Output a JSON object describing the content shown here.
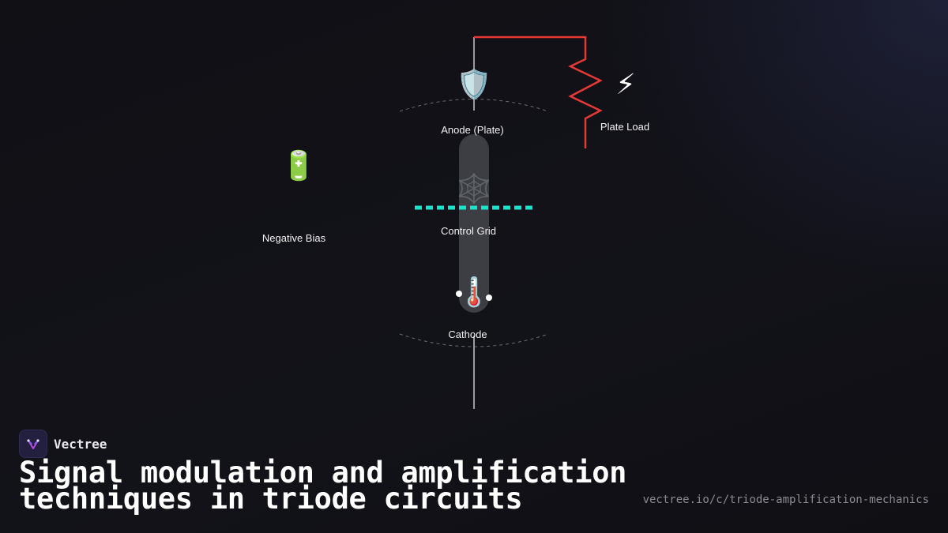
{
  "diagram": {
    "components": [
      {
        "id": "anode",
        "label": "Anode (Plate)",
        "icon": "shield-icon",
        "glyph": "🛡️"
      },
      {
        "id": "plate-load",
        "label": "Plate Load",
        "icon": "lightning-icon",
        "glyph": "⚡"
      },
      {
        "id": "negative-bias",
        "label": "Negative Bias",
        "icon": "battery-icon",
        "glyph": "🔋"
      },
      {
        "id": "control-grid",
        "label": "Control Grid",
        "icon": "web-icon",
        "glyph": "🕸️"
      },
      {
        "id": "cathode",
        "label": "Cathode",
        "icon": "thermometer-icon",
        "glyph": "🌡️"
      }
    ],
    "colors": {
      "load_wire": "#e53935",
      "grid": "#19e3c8",
      "tube": "#3d3d44",
      "wire": "#9a9aa0"
    }
  },
  "footer": {
    "brand": "Vectree",
    "title": "Signal modulation and amplification techniques in triode circuits",
    "url": "vectree.io/c/triode-amplification-mechanics"
  }
}
